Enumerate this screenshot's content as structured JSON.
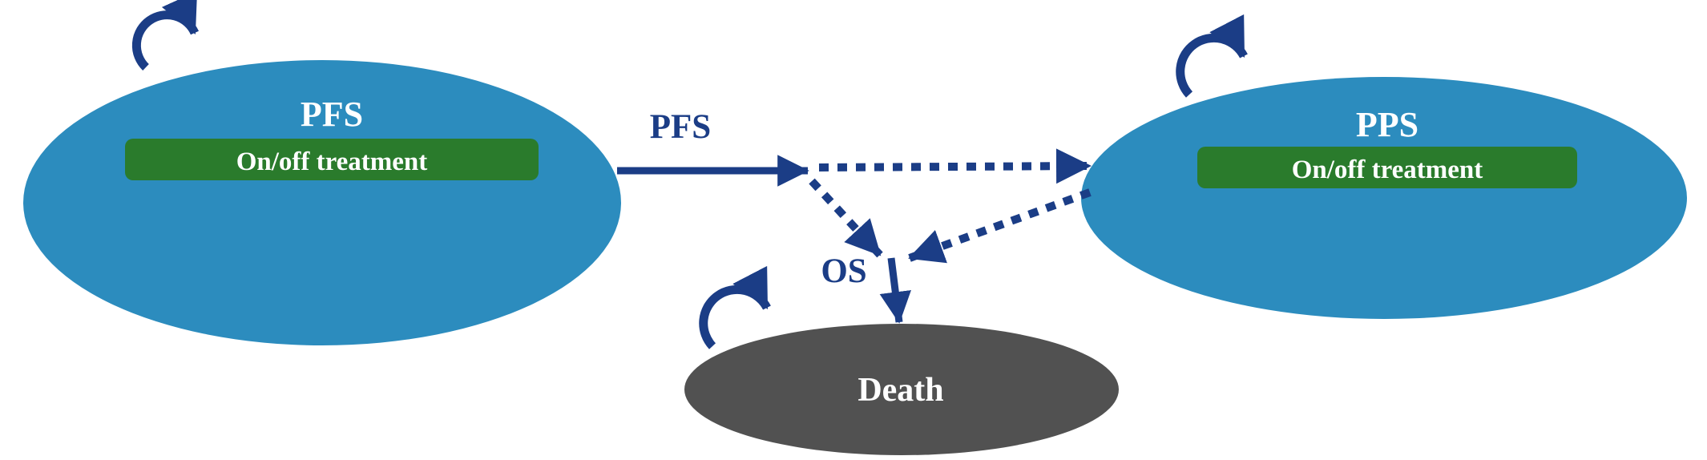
{
  "colors": {
    "background": "#ffffff",
    "state_fill_blue": "#2c8cbe",
    "state_fill_gray": "#515151",
    "treatment_box_green": "#2a7b2c",
    "arrow_navy": "#1b3d86",
    "state_text_white": "#ffffff"
  },
  "diagram": {
    "states": [
      {
        "id": "pfs",
        "label": "PFS",
        "sub_label": "On/off treatment"
      },
      {
        "id": "pps",
        "label": "PPS",
        "sub_label": "On/off treatment"
      },
      {
        "id": "death",
        "label": "Death"
      }
    ],
    "transition_labels": {
      "pfs_exit": "PFS",
      "os_junction": "OS"
    },
    "transitions": [
      {
        "from": "PFS",
        "to": "PFS",
        "style": "self-loop"
      },
      {
        "from": "PFS",
        "to": "PPS",
        "style": "solid-then-dotted",
        "label": "PFS"
      },
      {
        "from": "PFS",
        "to": "Death",
        "style": "dotted",
        "label": "OS"
      },
      {
        "from": "PPS",
        "to": "Death",
        "style": "dotted"
      },
      {
        "from": "PPS",
        "to": "PPS",
        "style": "self-loop"
      },
      {
        "from": "Death",
        "to": "Death",
        "style": "self-loop"
      }
    ]
  }
}
